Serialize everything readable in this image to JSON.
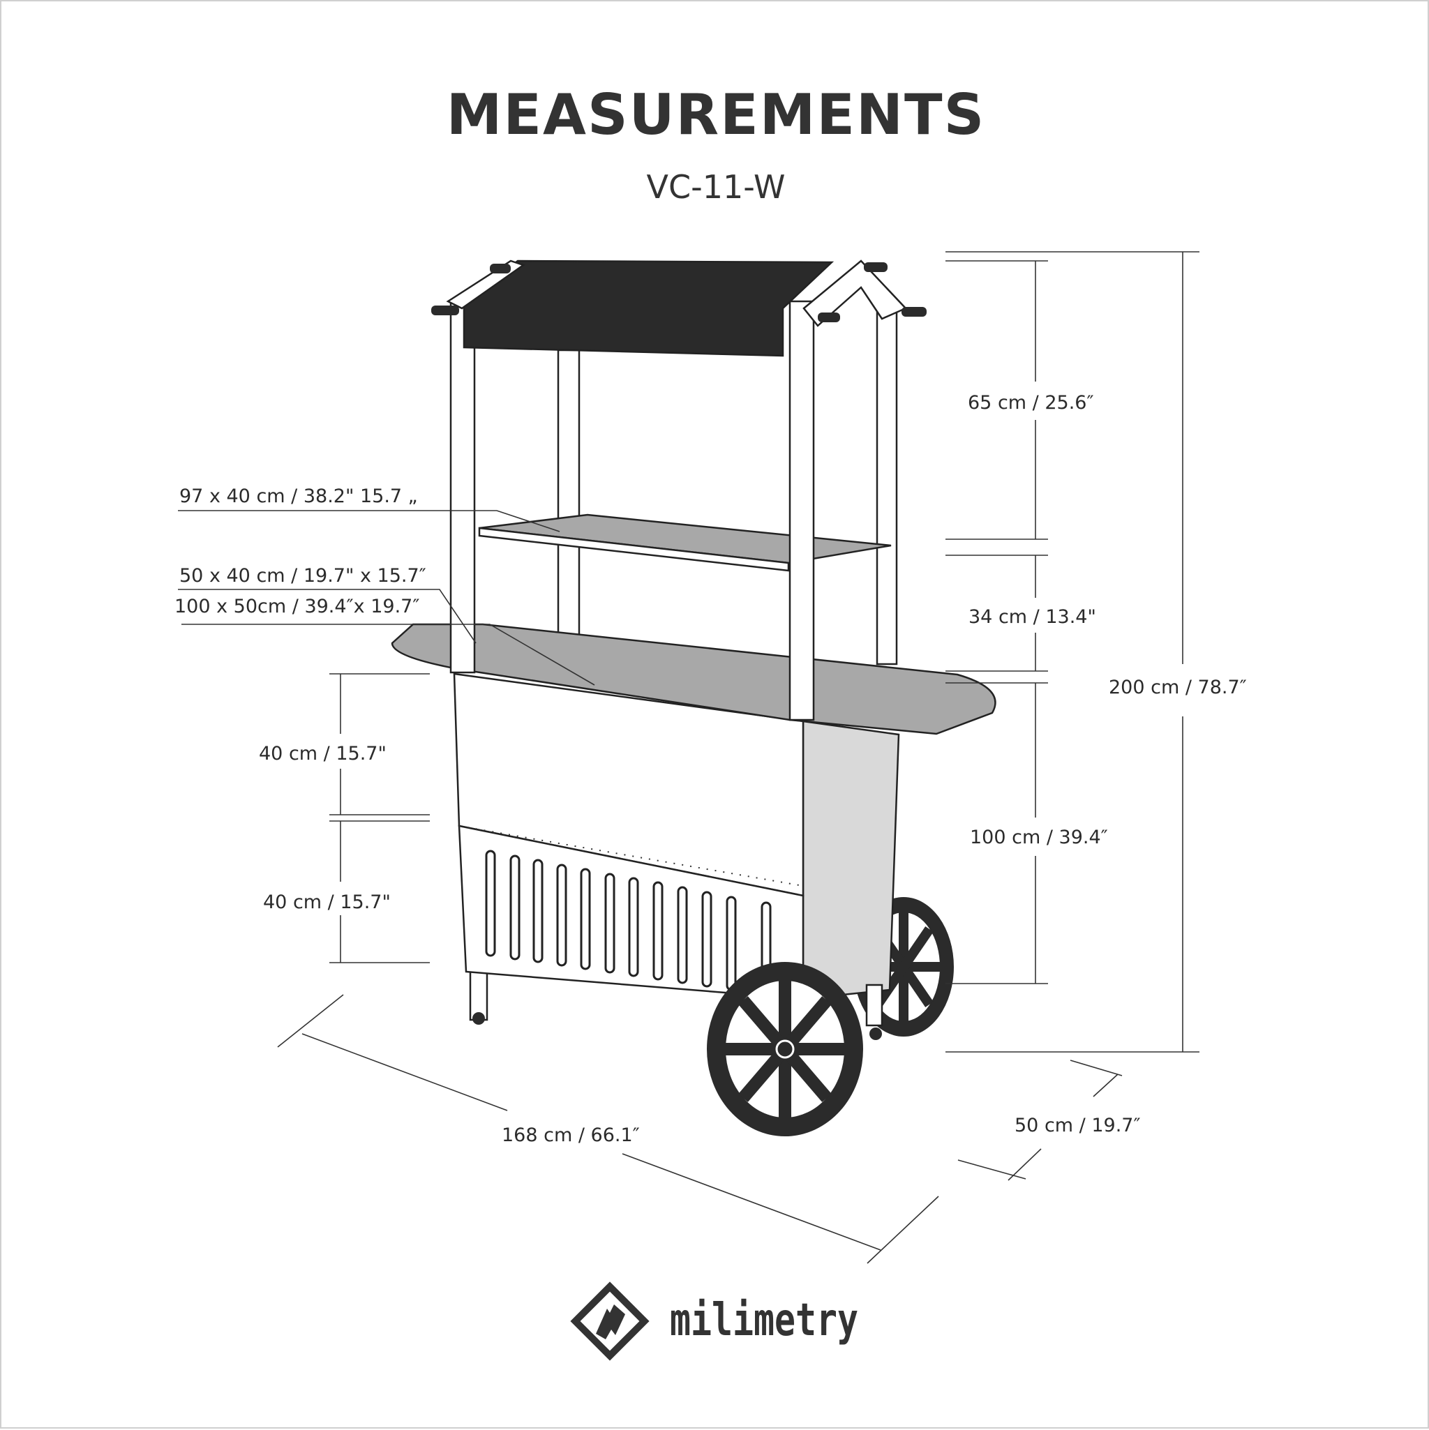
{
  "header": {
    "title": "MEASUREMENTS",
    "model": "VC-11-W"
  },
  "dimensions": {
    "canopy_height": "65 cm / 25.6″",
    "shelf_gap": "34 cm / 13.4\"",
    "total_height": "200 cm / 78.7″",
    "counter_height": "100 cm / 39.4″",
    "depth": "50 cm / 19.7″",
    "width": "168 cm / 66.1″",
    "upper_panel": "40 cm / 15.7\"",
    "lower_panel": "40 cm / 15.7\"",
    "top_shelf": "97 x 40 cm / 38.2\" 15.7 „",
    "side_shelf": "50 x 40 cm / 19.7\" x 15.7″",
    "counter_top": "100 x 50cm / 39.4″x 19.7″"
  },
  "brand": {
    "name": "milimetry",
    "logo_letter": "M",
    "color": "#333333"
  },
  "colors": {
    "canopy": "#2a2a2a",
    "panel": "#ffffff",
    "side": "#d9d9d9",
    "shelf": "#a8a8a8",
    "wheel": "#2b2b2b"
  }
}
